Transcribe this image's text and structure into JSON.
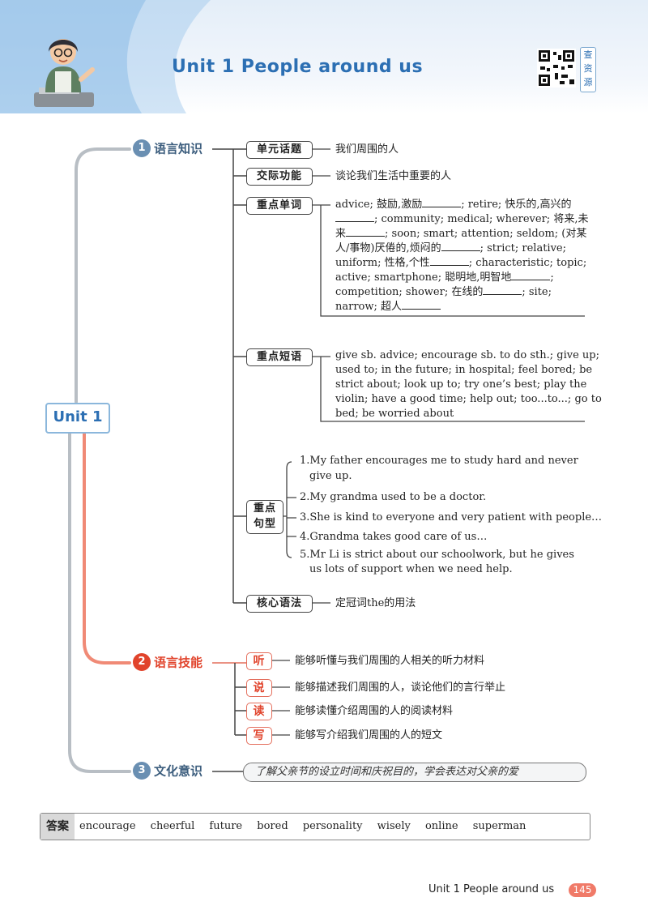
{
  "header": {
    "title": "Unit 1   People around us",
    "qr_label": "查资源"
  },
  "root": "Unit 1",
  "colors": {
    "blue": "#2c6fb3",
    "red": "#e1432b",
    "gray": "#9aa3ab"
  },
  "icons": {
    "teacher": "teacher-avatar-icon",
    "qr": "qr-code-icon"
  },
  "sections": [
    {
      "num": "1",
      "title": "语言知识",
      "items": [
        {
          "tag": "单元话题",
          "text": "我们周围的人"
        },
        {
          "tag": "交际功能",
          "text": "谈论我们生活中重要的人"
        },
        {
          "tag": "重点单词",
          "lines": [
            [
              "advice; 鼓励,激励",
              "; retire; 快乐的,高兴的"
            ],
            [
              "",
              "; community; medical; wherever; 将来,未"
            ],
            [
              "来",
              "; soon; smart; attention; seldom; (对某"
            ],
            [
              "人/事物)厌倦的,烦闷的",
              "; strict; relative;"
            ],
            [
              "uniform; 性格,个性",
              "; characteristic; topic;"
            ],
            [
              "active; smartphone; 聪明地,明智地",
              ";"
            ],
            [
              "competition; shower; 在线的",
              "; site;"
            ],
            [
              "narrow; 超人",
              ""
            ]
          ]
        },
        {
          "tag": "重点短语",
          "lines": [
            "give sb. advice; encourage sb. to do sth.; give up;",
            "used to; in the future; in hospital; feel bored; be",
            "strict about; look up to; try one’s best; play the",
            "violin; have a good time; help out; too...to...;  go to",
            "bed; be worried about"
          ]
        },
        {
          "tag_l1": "重点",
          "tag_l2": "句型",
          "sentences": [
            [
              "1.My father encourages me to study hard and never",
              "give up."
            ],
            [
              "2.My grandma used to be a doctor.",
              ""
            ],
            [
              "3.She is kind to everyone and very patient with people…",
              ""
            ],
            [
              "4.Grandma takes good care of us…",
              ""
            ],
            [
              "5.Mr Li is strict about our schoolwork, but he gives",
              "us lots of support when we need help."
            ]
          ]
        },
        {
          "tag": "核心语法",
          "text": "定冠词the的用法"
        }
      ]
    },
    {
      "num": "2",
      "title": "语言技能",
      "items": [
        {
          "tag": "听",
          "text": "能够听懂与我们周围的人相关的听力材料"
        },
        {
          "tag": "说",
          "text": "能够描述我们周围的人，谈论他们的言行举止"
        },
        {
          "tag": "读",
          "text": "能够读懂介绍周围的人的阅读材料"
        },
        {
          "tag": "写",
          "text": "能够写介绍我们周围的人的短文"
        }
      ]
    },
    {
      "num": "3",
      "title": "文化意识",
      "text": "了解父亲节的设立时间和庆祝目的，学会表达对父亲的爱"
    }
  ],
  "answer": {
    "label": "答案",
    "words": [
      "encourage",
      "cheerful",
      "future",
      "bored",
      "personality",
      "wisely",
      "online",
      "superman"
    ]
  },
  "footer": {
    "text": "Unit 1   People around us",
    "page": "145"
  }
}
